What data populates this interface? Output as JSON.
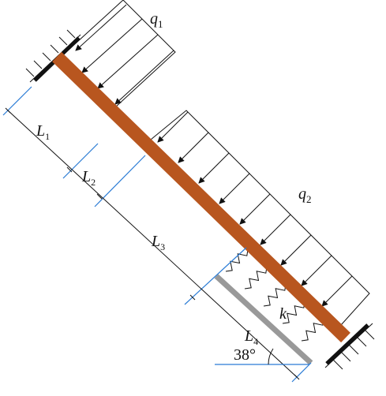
{
  "loads": {
    "q1": {
      "symbol": "q",
      "subscript": "1"
    },
    "q2": {
      "symbol": "q",
      "subscript": "2"
    }
  },
  "segments": [
    {
      "symbol": "L",
      "subscript": "1"
    },
    {
      "symbol": "L",
      "subscript": "2"
    },
    {
      "symbol": "L",
      "subscript": "3"
    },
    {
      "symbol": "L",
      "subscript": "4"
    }
  ],
  "spring": {
    "label": "k"
  },
  "angle": {
    "label": "38°"
  },
  "colors": {
    "beam": "#B8561F",
    "foundation": "#999999",
    "extension_lines": "#2A7BD5",
    "ink": "#111111"
  }
}
